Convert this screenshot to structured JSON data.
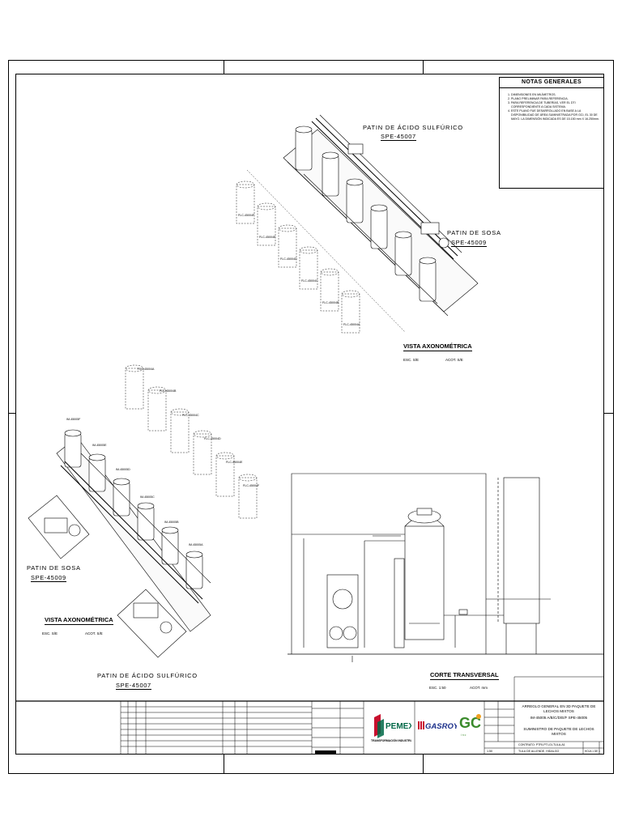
{
  "notes": {
    "header": "NOTAS GENERALES",
    "items": [
      "DIMENSIONES EN MILÍMETROS.",
      "PLANO PRELIMINAR PARA REFERENCIA.",
      "PARA REFERENCIA DE TUBERÍAS, VER EL DTI CORRESPONDIENTE A CADA SISTEMA.",
      "ESTE PLANO FUE DESARROLLADO EN BASE A LA DISPONIBILIDAD DE ÁREA SUMINISTRADA POR GCI, EL 30 DE MAYO. LA DIMENSIÓN INDICADA ES DE 15.150 mm X 16.250mm."
    ]
  },
  "views": {
    "top": {
      "patin_sulfurico": "PATIN DE ÁCIDO SULFÚRICO",
      "sulfurico_tag": "SPE-45007",
      "patin_sosa": "PATIN DE SOSA",
      "sosa_tag": "SPE-45009",
      "title": "VISTA AXONOMÉTRICA",
      "scale": "ESC. S/E",
      "units": "ACOT. S/E",
      "tanks": [
        "FLC-45004F",
        "FLC-45004E",
        "FLC-45004D",
        "FLC-45004C",
        "FLC-45004B",
        "FLC-45004A"
      ]
    },
    "left": {
      "patin_sosa": "PATIN DE SOSA",
      "sosa_tag": "SPE-45009",
      "patin_sulfurico": "PATIN DE ÁCIDO SULFÚRICO",
      "sulfurico_tag": "SPE-45007",
      "title": "VISTA AXONOMÉTRICA",
      "scale": "ESC. S/E",
      "units": "ACOT. S/E",
      "tanks": [
        "FLC-45004A",
        "FLC-45004B",
        "FLC-45004C",
        "FLC-45004D",
        "FLC-45004E",
        "FLC-45004F"
      ],
      "vessels": [
        "IM-45005F",
        "IM-45005E",
        "IM-45005D",
        "IM-45005C",
        "IM-45005B",
        "IM-45005A"
      ]
    },
    "section": {
      "title": "CORTE TRANSVERSAL",
      "scale": "ESC. 1:50",
      "units": "ACOT. mm"
    }
  },
  "title_block": {
    "pemex": "PEMEX",
    "pemex_sub": "TRANSFORMACIÓN INDUSTRIAL",
    "gasroy": "GASROY",
    "gci": "GCi",
    "project_lines": [
      "ARREGLO GENERAL EN 3D PAQUETE DE LECHOS MIXTOS",
      "IM-45005 A/B/C/D/E/F SPE-45005",
      "SUMINISTRO DE PAQUETE DE LECHOS MIXTOS"
    ],
    "scale_label": "1:50",
    "sheet_label": "HOJA 1 DE 1",
    "contract": "CONTRATO: PTRI-PTI-GI-TULA-A1",
    "location": "TULA DE ALLENDE, HIDALGO"
  }
}
